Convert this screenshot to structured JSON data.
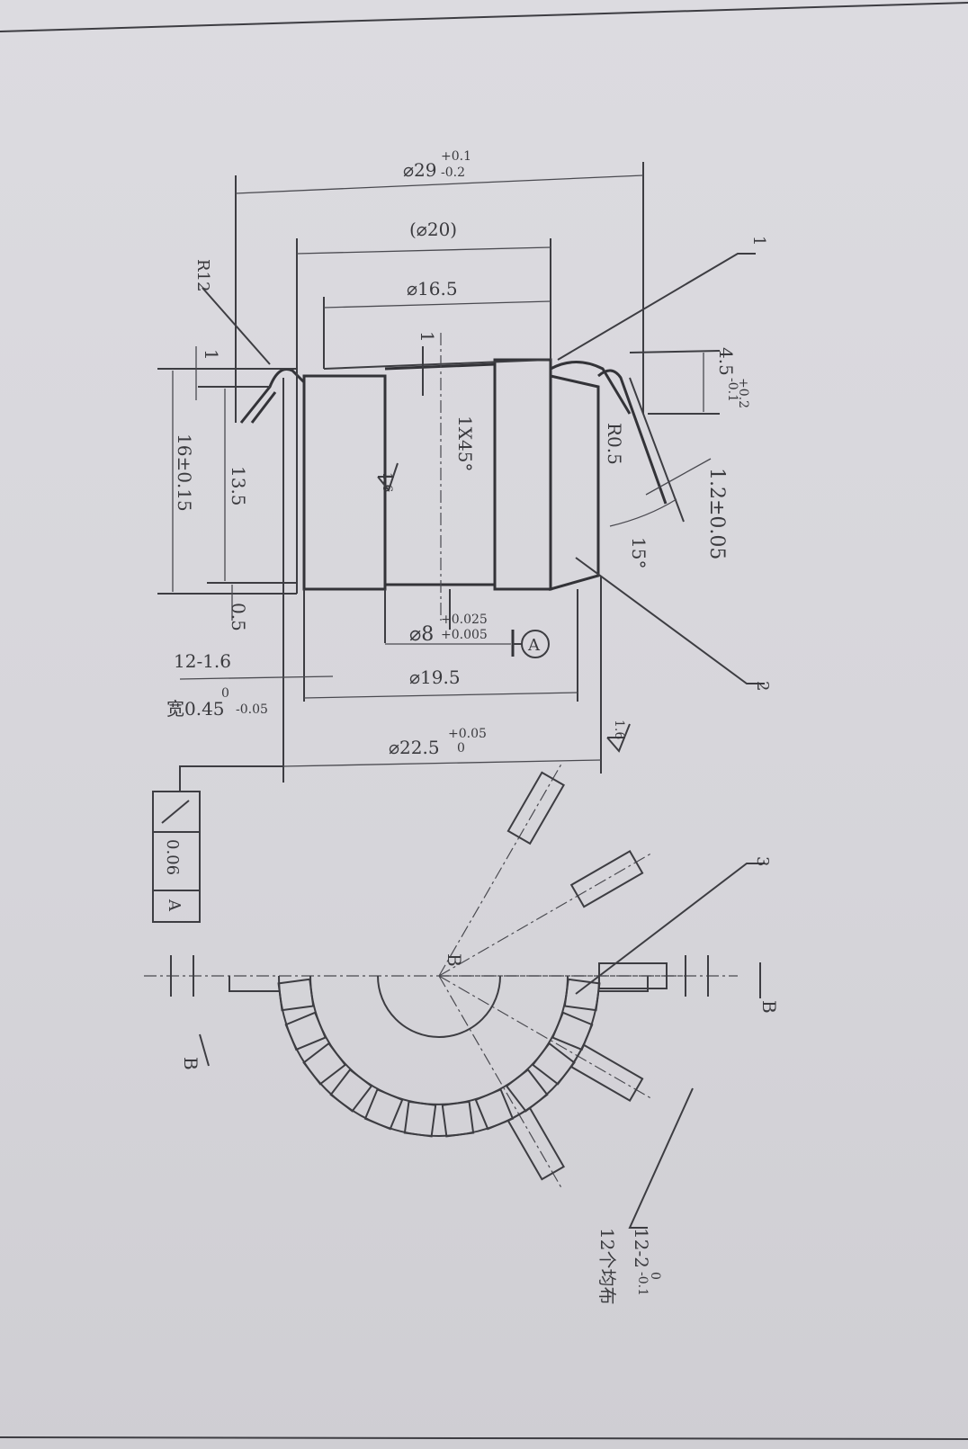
{
  "dimensions": {
    "outer_dia": "⌀29",
    "outer_dia_upper": "+0.1",
    "outer_dia_lower": "-0.2",
    "ref_dia": "(⌀20)",
    "dia_16_5": "⌀16.5",
    "chamfer_step": "1",
    "chamfer": "1X45°",
    "radius_r12": "R12",
    "top_step": "1",
    "height_total": "16±0.15",
    "height_inner": "13.5",
    "bottom_step": "0.5",
    "bore": "⌀8",
    "bore_upper": "+0.025",
    "bore_lower": "+0.005",
    "datum": "A",
    "dia_19_5": "⌀19.5",
    "slot_count": "12-1.6",
    "slot_width": "宽0.45",
    "slot_width_upper": "0",
    "slot_width_lower": "-0.05",
    "dia_22_5": "⌀22.5",
    "dia_22_5_upper": "+0.05",
    "dia_22_5_lower": "0",
    "lip_height": "4.5",
    "lip_height_upper": "+0.2",
    "lip_height_lower": "-0.1",
    "radius_r05": "R0.5",
    "thickness": "1.2±0.05",
    "angle": "15°",
    "roughness_1": "1.6",
    "roughness_2": "1.6"
  },
  "runout_frame": {
    "symbol": "circular-runout",
    "tolerance": "0.06",
    "datum": "A"
  },
  "callouts": {
    "part_1": "1",
    "part_2": "2",
    "part_3": "3"
  },
  "section_view": {
    "label_top": "B",
    "label_left": "B",
    "label_right": "B",
    "tooth_dim": "12-2",
    "tooth_dim_upper": "0",
    "tooth_dim_lower": "-0.1",
    "tooth_note": "12个均布"
  }
}
